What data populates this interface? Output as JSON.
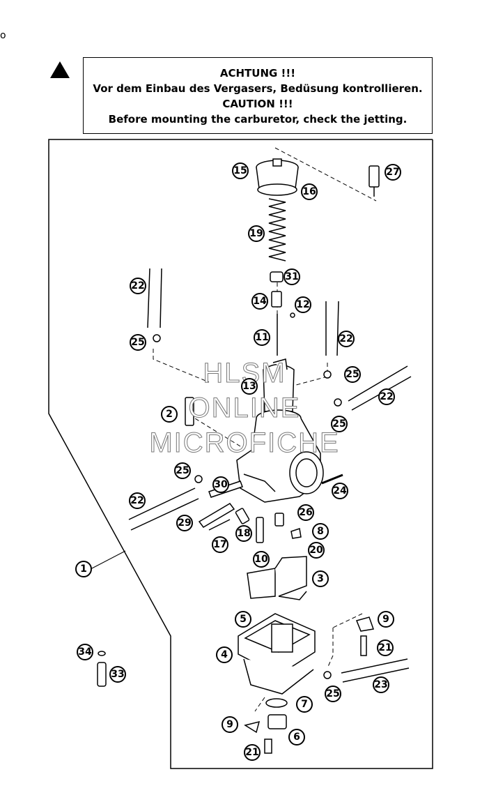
{
  "page_mark": "o",
  "caution": {
    "line1": "ACHTUNG !!!",
    "line2": "Vor dem Einbau des Vergasers, Bedüsung kontrollieren.",
    "line3": "CAUTION !!!",
    "line4": "Before mounting the carburetor, check the jetting."
  },
  "watermark": {
    "line1": "HLSM",
    "line2": "ONLINE",
    "line3": "MICROFICHE"
  },
  "callouts": [
    "15",
    "27",
    "16",
    "19",
    "31",
    "22",
    "14",
    "12",
    "11",
    "22",
    "25",
    "25",
    "13",
    "2",
    "22",
    "25",
    "25",
    "30",
    "24",
    "22",
    "26",
    "29",
    "8",
    "17",
    "18",
    "20",
    "1",
    "10",
    "3",
    "5",
    "9",
    "21",
    "34",
    "4",
    "33",
    "25",
    "23",
    "7",
    "9",
    "6",
    "21"
  ]
}
